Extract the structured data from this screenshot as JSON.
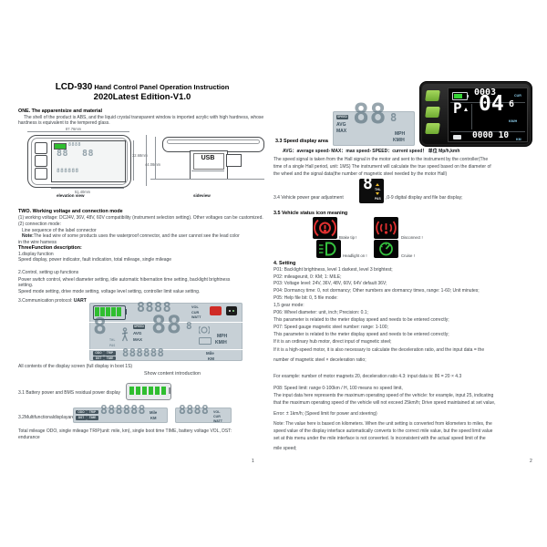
{
  "title": {
    "model": "LCD-930",
    "rest": " Hand Control Panel Operation Instruction",
    "edition": "2020Latest Edition-V1.0"
  },
  "left": {
    "one_heading": "ONE. The apparentsize and material",
    "one_line1": "The shell of the product is ABS, and the liquid crystal transparent window is imported acrylic with high hardness, whose",
    "one_line2": "hardness is equivalent to the tempered glass.",
    "dims": {
      "w_outer": "87.76mm",
      "w_inner": "51.40mm",
      "h_inner": "32.68mm",
      "h_outer": "44.08mm"
    },
    "elevation_label": "elevation view",
    "side_label": "sideview",
    "usb": "USB",
    "two_heading": "TWO. Working voltage and connection mode",
    "two_line1": "(1)  working voltage: DC24V, 36V, 48V, 60V compatibility (instrument selection setting). Other voltages can be customized.",
    "two_line2": "(2)    connection mode:",
    "two_line3": "Line sequence of the label connector",
    "note_bold": "Note:",
    "note_rest": "The lead wire of some products uses the waterproof connector, and the user cannot see the lead color",
    "note_line2": "in the wire harness",
    "three_heading": "ThreeFunction description:",
    "func1": "1.display function",
    "func1_body": "Speed display, power indicator, fault indication, total mileage, single mileage",
    "func2": "2.Control, setting up functions",
    "func2_body1": "Power switch control, wheel diameter setting, idle automatic hibernation time setting, backlight brightness",
    "func2_body2": "setting.",
    "func2_body3": "Speed mode setting, drive mode setting, voltage level setting, controller limit value setting.",
    "func3_prefix": "3.Communication protocol: ",
    "func3_bold": "UART",
    "caption": "All contents of the display screen (full display in boot 1S)",
    "caption2": "Show content introduction",
    "s31_label": "3.1 Battery power and BMS residual power display",
    "s32_label": "3.2Multifunctionaldisplayarea",
    "s32_body1": "Total mileage ODO, single mileage TRIP(unit: mile, km), single boot time TIME, battery voltage VOL, DST:",
    "s32_body2": "endurance",
    "page_no": "1"
  },
  "right": {
    "s33_label": "3.3 Speed display area",
    "avg_line": "AVG：average speed›  MAX：max speed›  SPEED：current speed！ 单位 Mp/h,kmh",
    "speed_p1": "The speed signal is taken from the Hall signal in the motor and sent to the instrument by the controller(The",
    "speed_p2": "time of a single Hall period, unit: 1MS) The instrument will calculate the true speed based on the diameter of",
    "speed_p3": "the wheel and the signal data(the number of magnetic steel needed by the motor Hall)",
    "s34_prefix": "3.4 Vehicle power gear adjustment",
    "s34_suffix": ",0-9 digital display and file bar display;",
    "s35_label": "3.5 Vehicle status icon meaning",
    "icon_brake_label": "Brake tip !",
    "icon_disconnect_label": "Disconnect !",
    "icon_headlight_label": "Headlight on !",
    "icon_cruise_label": "Cruise !",
    "setting_heading": "4. Setting",
    "settings": [
      "P01: Backlight brightness, level 1 darkest, level 3 brightest;",
      "P02: mileageunit, 0: KM; 1: MILE;",
      "P03: Voltage level: 24V, 36V, 48V, 60V, 64V default 36V;",
      "P04: Dormancy time: 0, not dormancy; Other numbers are dormancy times, range: 1-60; Unit minutes;",
      "P05: Help file bit: 0, 5 file mode:",
      "1,5 gear mode:",
      "P06: Wheel diameter: unit, inch; Precision: 0.1;",
      "This parameter is related to the meter display speed and needs to be entered correctly;",
      "P07: Speed gauge magnetic steel number: range: 1-100;",
      "This parameter is related to the meter display speed and needs to be entered correctly;",
      "If it is an ordinary hub motor, direct input of magnetic steel;",
      "If it is a high-speed motor, it is also necessary to calculate the deceleration ratio, and the input data = the",
      "number of magnetic steel  ×  deceleration ratio;",
      "For example: number of motor magnets 20, deceleration ratio 4.3: input data is: 86 = 20  ×  4.3",
      "P08: Speed limit: range 0-100km / H, 100 means no speed limit,",
      "The input data here represents the maximum operating speed of the vehicle: for example, input 25, indicating",
      "that the maximum operating speed of the vehicle will not exceed 25km/h; Drive speed maintained at set value,",
      "Error:  ±  1km/h; (Speed limit for power and steering)",
      "Note: The value here is based on kilometers. When the unit setting is converted from kilometers to miles, the",
      "speed value of the display interface automatically converts to the correct mile value, but the speed limit value",
      "set at this menu under the mile interface is not converted. Is inconsistent with the actual speed limit of the",
      "mile speed;"
    ],
    "page_no": "2"
  },
  "lcd": {
    "digits4": "8888",
    "digits2": "88",
    "digit1": "8",
    "sup": "8",
    "digits6": "888888",
    "vol": "VOL",
    "cur": "CUR",
    "watt": "WATT",
    "speed": "SPEED",
    "avg": "AVG",
    "max": "MAX",
    "mph": "MPH",
    "kmh": "KM/H",
    "odo": "ODO",
    "trip": "TRIP",
    "dst": "DST",
    "time": "TIME",
    "thl": "THL",
    "pas": "PAS",
    "mile": "Mile",
    "km": "KM"
  },
  "device": {
    "battery_digits": "0003",
    "battery_unit": "CUR",
    "gear": "P",
    "speed": "04",
    "speed_sup": "6",
    "speed_unit": "KM/H",
    "odo_digits": "0000 10",
    "odo_unit": "KM"
  },
  "colors": {
    "lcd_bg": "#c7d0d6",
    "lcd_ink": "#445c6c",
    "battery_green": "#2fbe2f",
    "button_green": "#8ec63d",
    "icon_red": "#e03030",
    "icon_green": "#35c33f"
  }
}
